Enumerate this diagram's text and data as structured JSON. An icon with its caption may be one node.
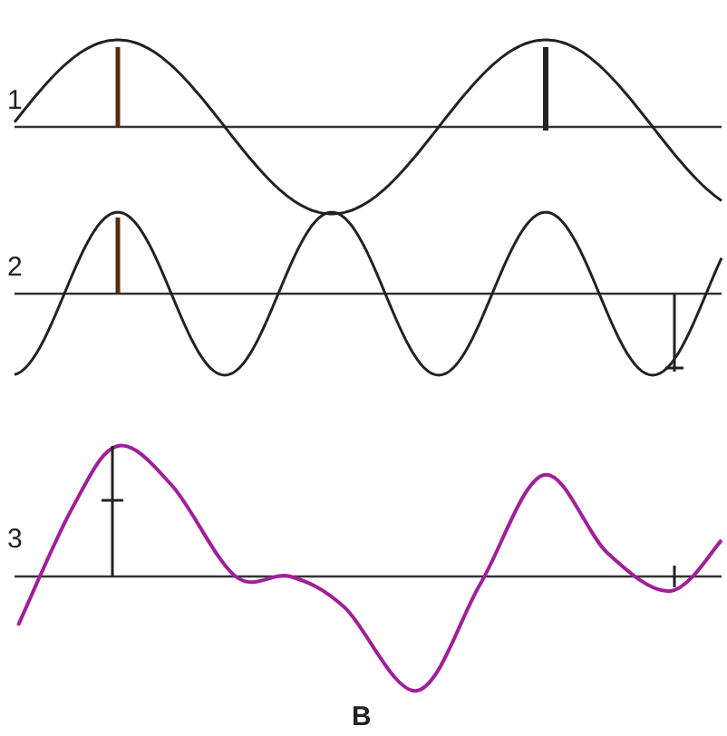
{
  "diagram": {
    "labels": [
      "1",
      "2",
      "3",
      "B"
    ]
  }
}
